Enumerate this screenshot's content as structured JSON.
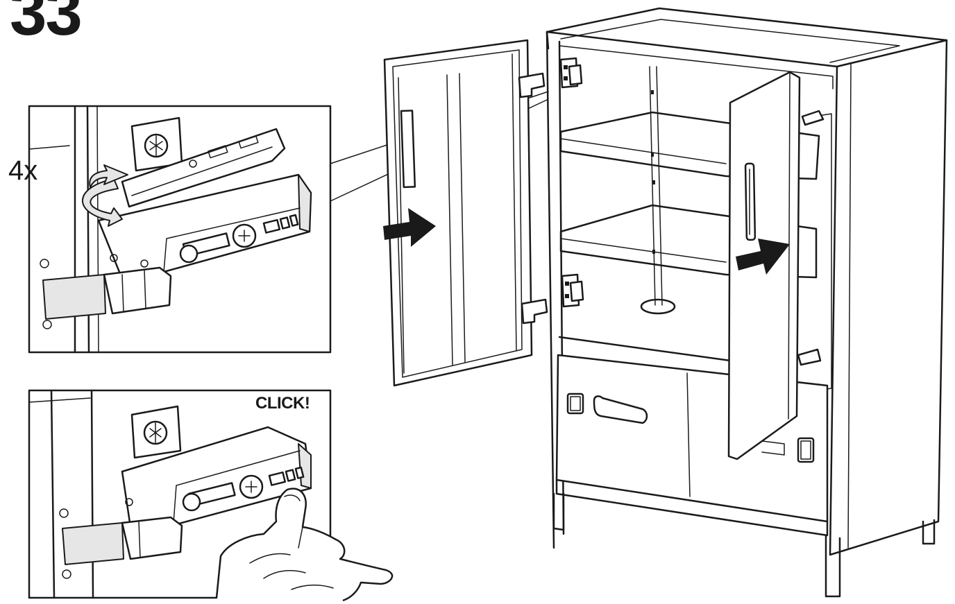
{
  "step": {
    "number": "33"
  },
  "detail_top": {
    "quantity": "4x"
  },
  "detail_bottom": {
    "sound": "CLICK!"
  },
  "colors": {
    "ink": "#1a1a1a",
    "paper": "#ffffff",
    "shade": "#e6e6e6"
  },
  "icons": [
    "rotate-arrow-icon",
    "push-arrow-icon",
    "hand-icon",
    "hinge-icon"
  ]
}
